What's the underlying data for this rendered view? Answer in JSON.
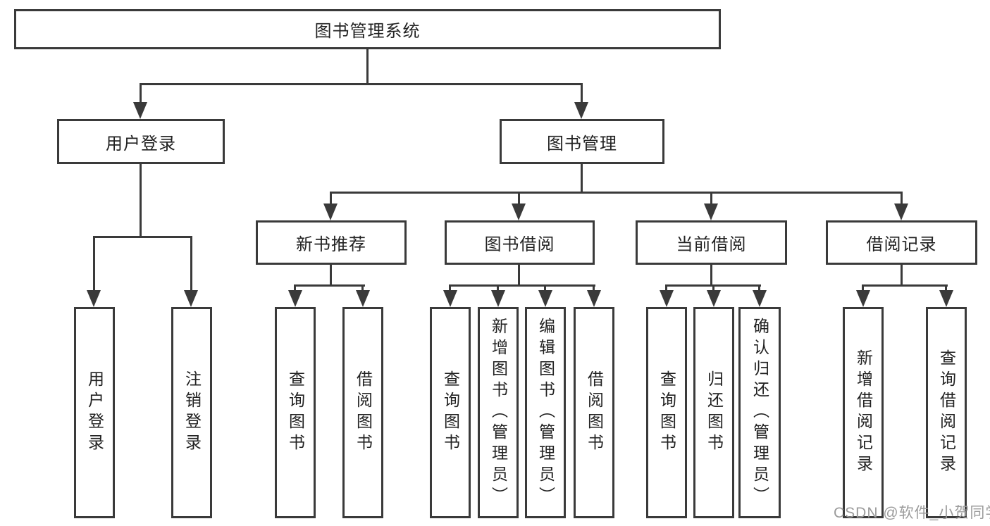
{
  "diagram": {
    "tree": {
      "label": "图书管理系统",
      "children": [
        {
          "label": "用户登录",
          "children": [
            {
              "label": "用户登录"
            },
            {
              "label": "注销登录"
            }
          ]
        },
        {
          "label": "图书管理",
          "children": [
            {
              "label": "新书推荐",
              "children": [
                {
                  "label": "查询图书"
                },
                {
                  "label": "借阅图书"
                }
              ]
            },
            {
              "label": "图书借阅",
              "children": [
                {
                  "label": "查询图书"
                },
                {
                  "label": "新增图书（管理员）"
                },
                {
                  "label": "编辑图书（管理员）"
                },
                {
                  "label": "借阅图书"
                }
              ]
            },
            {
              "label": "当前借阅",
              "children": [
                {
                  "label": "查询图书"
                },
                {
                  "label": "归还图书"
                },
                {
                  "label": "确认归还（管理员）"
                }
              ]
            },
            {
              "label": "借阅记录",
              "children": [
                {
                  "label": "新增借阅记录"
                },
                {
                  "label": "查询借阅记录"
                }
              ]
            }
          ]
        }
      ]
    },
    "colors": {
      "line": "#3a3a3a",
      "box_border": "#3a3a3a",
      "text": "#222222",
      "background": "#ffffff",
      "watermark": "#9b9b9b"
    }
  },
  "watermark": {
    "text": "CSDN @软件_小贺同学"
  }
}
